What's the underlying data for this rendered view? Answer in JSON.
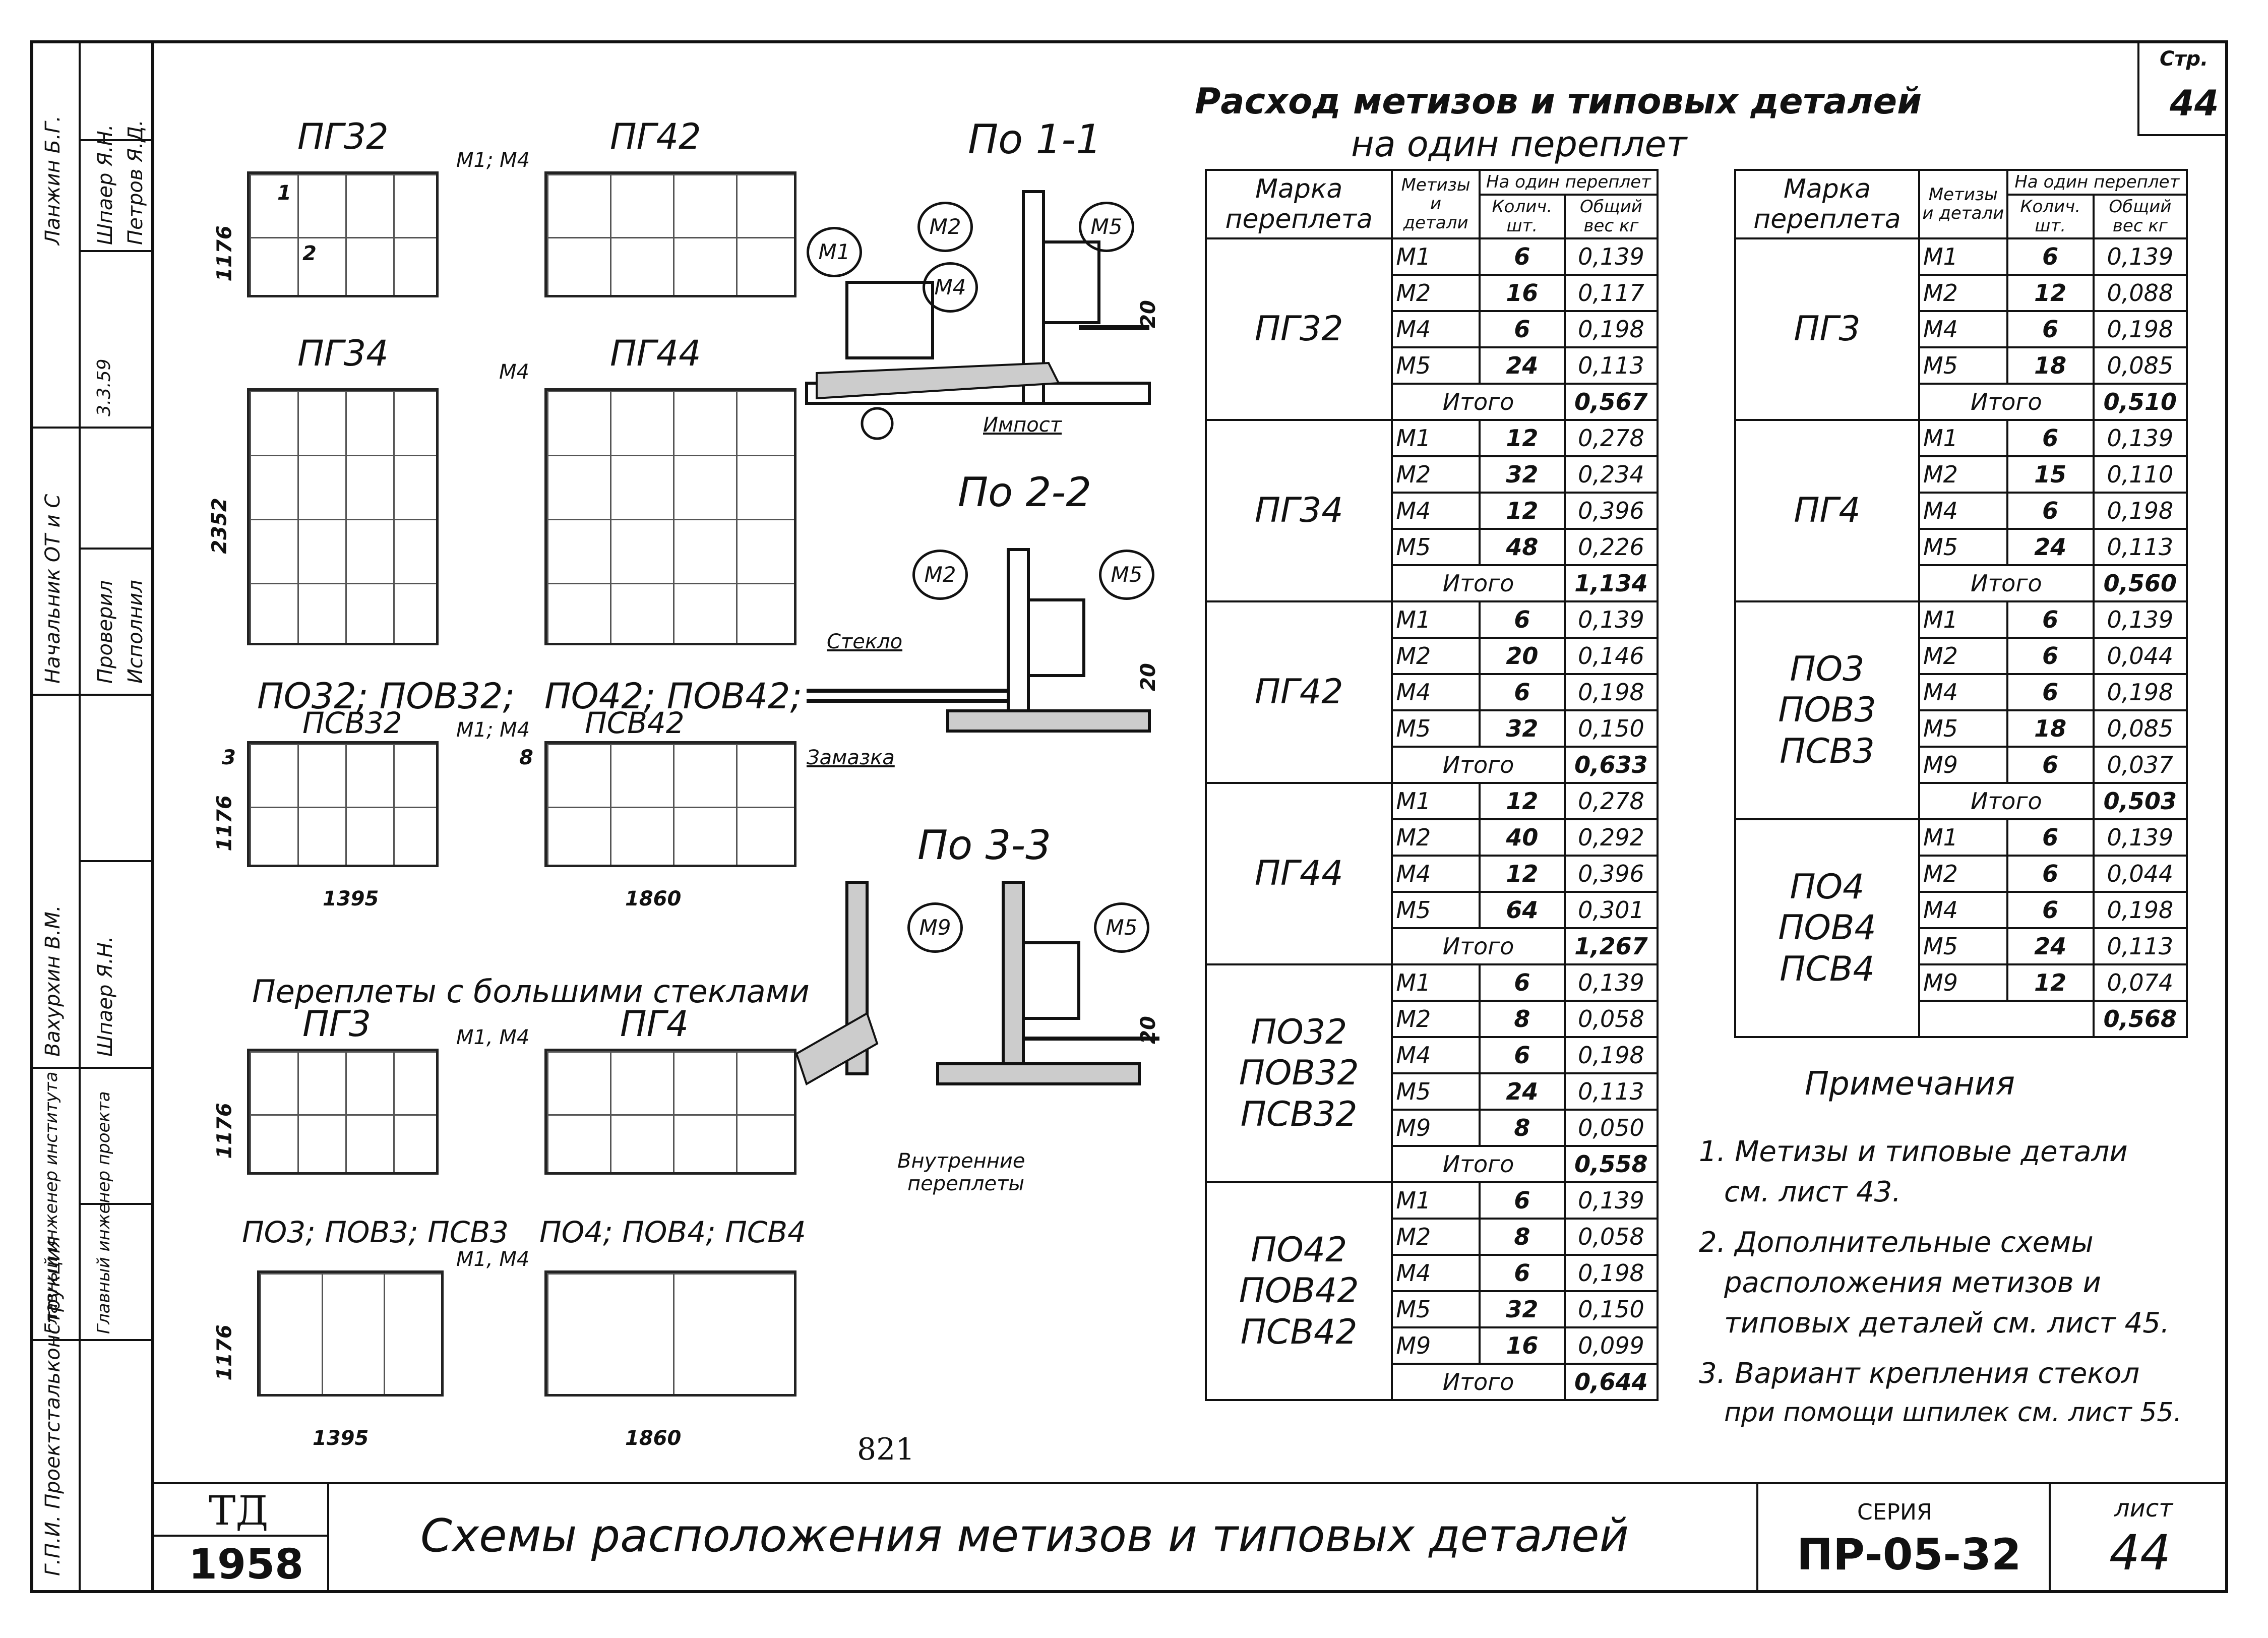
{
  "page_number_box": {
    "label": "Стр.",
    "number": "44"
  },
  "header": {
    "title_line1": "Расход метизов и типовых деталей",
    "title_line2": "на один переплет"
  },
  "left_strip": {
    "org": "Г.П.И. Проектстальконструкция",
    "role1_a": "Главный инженер института",
    "role1_b": "Главный инженер проекта",
    "role2_a": "Начальник ОТ и С",
    "role2_b": "Проверил",
    "role2_c": "Исполнил",
    "name1": "Вахурхин В.М.",
    "name2": "Шпаер Я.Н.",
    "name3": "Ланжин Б.Г.",
    "name4": "Шпаер Я.Н.",
    "name5": "Петров Я.Д.",
    "date": "3.3.59"
  },
  "schemes": {
    "pg32": "ПГ32",
    "pg42": "ПГ42",
    "pg34": "ПГ34",
    "pg44": "ПГ44",
    "po32": "ПО32; ПОВ32;",
    "po32b": "ПСВ32",
    "po42": "ПО42; ПОВ42;",
    "po42b": "ПСВ42",
    "large_title": "Переплеты с большими стеклами",
    "pg3": "ПГ3",
    "pg4": "ПГ4",
    "po3": "ПО3; ПОВ3; ПСВ3",
    "po4": "ПО4; ПОВ4; ПСВ4",
    "dim_1176": "1176",
    "dim_2352": "2352",
    "dim_1395": "1395",
    "dim_1860": "1860",
    "link_m1m4": "М1; М4",
    "link_m4": "М4",
    "link_m1m4b": "М1, М4",
    "n1": "1",
    "n2": "2",
    "n3": "3",
    "n8": "8"
  },
  "sections": {
    "s11": "По 1-1",
    "s22": "По 2-2",
    "s33": "По 3-3",
    "m1": "М1",
    "m2": "М2",
    "m4": "М4",
    "m5": "М5",
    "m9": "М9",
    "impost": "Импост",
    "steklo": "Стекло",
    "zamazka": "Замазка",
    "vnutr": "Внутренние",
    "vnutr2": "переплеты",
    "dim20": "20"
  },
  "table_cols": {
    "mark": "Марка переплета",
    "metizy": "Метизы и детали",
    "per_one": "На один переплет",
    "qty": "Колич. шт.",
    "weight": "Общий вес кг"
  },
  "table1": [
    {
      "mark": "ПГ32",
      "rows": [
        [
          "М1",
          "6",
          "0,139"
        ],
        [
          "М2",
          "16",
          "0,117"
        ],
        [
          "М4",
          "6",
          "0,198"
        ],
        [
          "М5",
          "24",
          "0,113"
        ]
      ],
      "total": "0,567"
    },
    {
      "mark": "ПГ34",
      "rows": [
        [
          "М1",
          "12",
          "0,278"
        ],
        [
          "М2",
          "32",
          "0,234"
        ],
        [
          "М4",
          "12",
          "0,396"
        ],
        [
          "М5",
          "48",
          "0,226"
        ]
      ],
      "total": "1,134"
    },
    {
      "mark": "ПГ42",
      "rows": [
        [
          "М1",
          "6",
          "0,139"
        ],
        [
          "М2",
          "20",
          "0,146"
        ],
        [
          "М4",
          "6",
          "0,198"
        ],
        [
          "М5",
          "32",
          "0,150"
        ]
      ],
      "total": "0,633"
    },
    {
      "mark": "ПГ44",
      "rows": [
        [
          "М1",
          "12",
          "0,278"
        ],
        [
          "М2",
          "40",
          "0,292"
        ],
        [
          "М4",
          "12",
          "0,396"
        ],
        [
          "М5",
          "64",
          "0,301"
        ]
      ],
      "total": "1,267"
    },
    {
      "mark": "ПО32 ПОВ32 ПСВ32",
      "rows": [
        [
          "М1",
          "6",
          "0,139"
        ],
        [
          "М2",
          "8",
          "0,058"
        ],
        [
          "М4",
          "6",
          "0,198"
        ],
        [
          "М5",
          "24",
          "0,113"
        ],
        [
          "М9",
          "8",
          "0,050"
        ]
      ],
      "total": "0,558"
    },
    {
      "mark": "ПО42 ПОВ42 ПСВ42",
      "rows": [
        [
          "М1",
          "6",
          "0,139"
        ],
        [
          "М2",
          "8",
          "0,058"
        ],
        [
          "М4",
          "6",
          "0,198"
        ],
        [
          "М5",
          "32",
          "0,150"
        ],
        [
          "М9",
          "16",
          "0,099"
        ]
      ],
      "total": "0,644"
    }
  ],
  "table2": [
    {
      "mark": "ПГ3",
      "rows": [
        [
          "М1",
          "6",
          "0,139"
        ],
        [
          "М2",
          "12",
          "0,088"
        ],
        [
          "М4",
          "6",
          "0,198"
        ],
        [
          "М5",
          "18",
          "0,085"
        ]
      ],
      "total": "0,510"
    },
    {
      "mark": "ПГ4",
      "rows": [
        [
          "М1",
          "6",
          "0,139"
        ],
        [
          "М2",
          "15",
          "0,110"
        ],
        [
          "М4",
          "6",
          "0,198"
        ],
        [
          "М5",
          "24",
          "0,113"
        ]
      ],
      "total": "0,560"
    },
    {
      "mark": "ПО3 ПОВ3 ПСВ3",
      "rows": [
        [
          "М1",
          "6",
          "0,139"
        ],
        [
          "М2",
          "6",
          "0,044"
        ],
        [
          "М4",
          "6",
          "0,198"
        ],
        [
          "М5",
          "18",
          "0,085"
        ],
        [
          "М9",
          "6",
          "0,037"
        ]
      ],
      "total": "0,503"
    },
    {
      "mark": "ПО4 ПОВ4 ПСВ4",
      "rows": [
        [
          "М1",
          "6",
          "0,139"
        ],
        [
          "М2",
          "6",
          "0,044"
        ],
        [
          "М4",
          "6",
          "0,198"
        ],
        [
          "М5",
          "24",
          "0,113"
        ],
        [
          "М9",
          "12",
          "0,074"
        ]
      ],
      "total": "0,568",
      "total_no_label": true
    }
  ],
  "total_label": "Итого",
  "notes": {
    "title": "Примечания",
    "n1a": "1. Метизы и типовые детали",
    "n1b": "см. лист 43.",
    "n2a": "2. Дополнительные схемы",
    "n2b": "расположения метизов и",
    "n2c": "типовых деталей см. лист 45.",
    "n3a": "3. Вариант крепления стекол",
    "n3b": "при помощи шпилек см. лист 55."
  },
  "page_num_center": "821",
  "footer": {
    "td": "ТД",
    "year": "1958",
    "title": "Схемы расположения метизов и типовых деталей",
    "series_label": "СЕРИЯ",
    "series": "ПР-05-32",
    "sheet_label": "лист",
    "sheet": "44"
  }
}
